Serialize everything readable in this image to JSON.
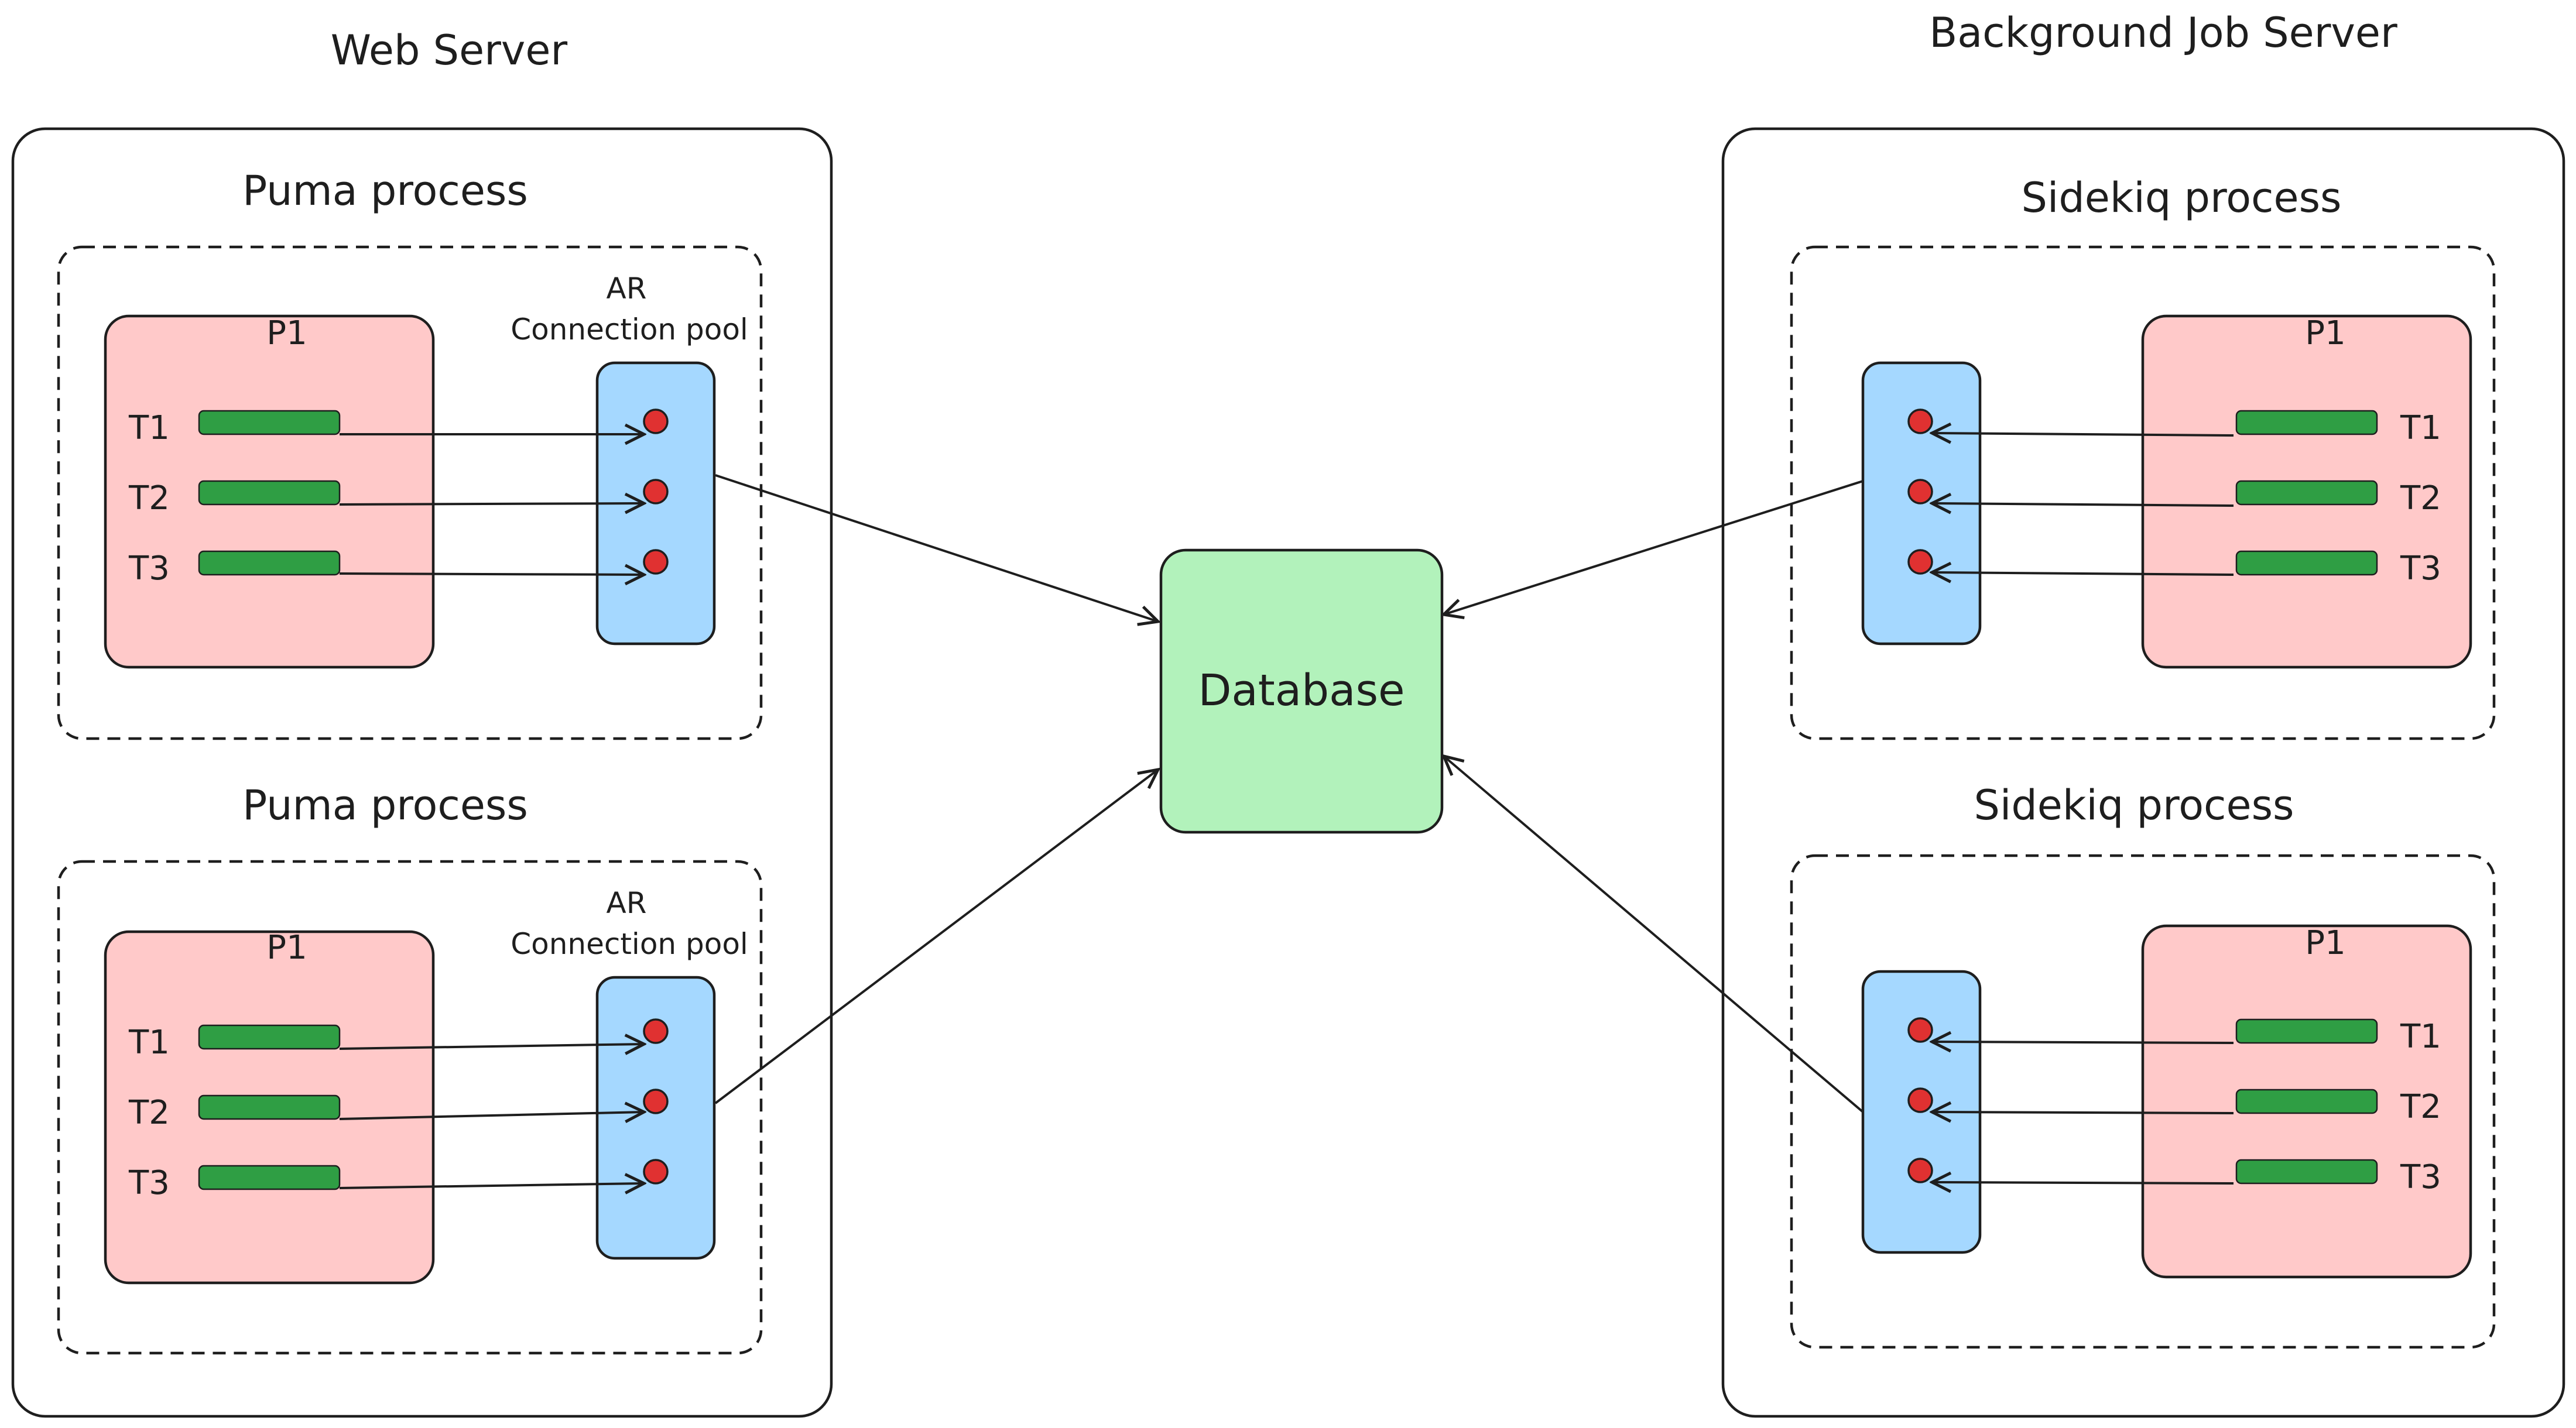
{
  "web_server": {
    "title": "Web Server",
    "processes": [
      {
        "title": "Puma process",
        "pool_label_1": "AR",
        "pool_label_2": "Connection pool",
        "process_label": "P1",
        "threads": [
          "T1",
          "T2",
          "T3"
        ]
      },
      {
        "title": "Puma process",
        "pool_label_1": "AR",
        "pool_label_2": "Connection pool",
        "process_label": "P1",
        "threads": [
          "T1",
          "T2",
          "T3"
        ]
      }
    ]
  },
  "job_server": {
    "title": "Background Job Server",
    "processes": [
      {
        "title": "Sidekiq process",
        "process_label": "P1",
        "threads": [
          "T1",
          "T2",
          "T3"
        ]
      },
      {
        "title": "Sidekiq process",
        "process_label": "P1",
        "threads": [
          "T1",
          "T2",
          "T3"
        ]
      }
    ]
  },
  "database": {
    "label": "Database"
  },
  "colors": {
    "process_fill": "#ffc9c9",
    "pool_fill": "#a5d8ff",
    "database_fill": "#b2f2bb",
    "thread_bar": "#2f9e44",
    "connection_dot": "#e03131",
    "stroke": "#1e1e1e"
  }
}
